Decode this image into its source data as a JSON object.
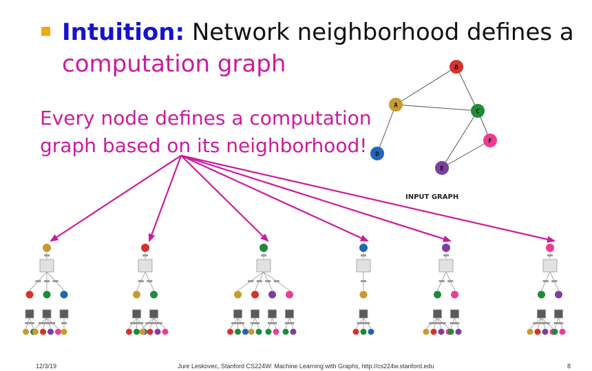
{
  "colors": {
    "bullet": "#f2a900",
    "keyword": "#1414cc",
    "magenta": "#cc1a9e",
    "node_A": "#c99a2e",
    "node_B": "#d8312b",
    "node_C": "#1e8a3a",
    "node_D": "#2266b8",
    "node_E": "#7b3fa0",
    "node_F": "#ec3d8f",
    "aggregator_light": "#e1e1e1",
    "aggregator_dark": "#5a5a5a"
  },
  "bullet_icon": "square-bullet-icon",
  "title": {
    "keyword": "Intuition:",
    "text": " Network neighborhood defines a",
    "line2": "computation graph"
  },
  "callout": {
    "line1": "Every node defines a computation",
    "line2": "graph based on its neighborhood!"
  },
  "input_graph": {
    "label": "INPUT GRAPH",
    "nodes": [
      {
        "id": "A",
        "label": "A"
      },
      {
        "id": "B",
        "label": "B"
      },
      {
        "id": "C",
        "label": "C"
      },
      {
        "id": "D",
        "label": "D"
      },
      {
        "id": "E",
        "label": "E"
      },
      {
        "id": "F",
        "label": "F"
      }
    ],
    "edges": [
      [
        "A",
        "B"
      ],
      [
        "A",
        "C"
      ],
      [
        "A",
        "D"
      ],
      [
        "B",
        "C"
      ],
      [
        "C",
        "E"
      ],
      [
        "C",
        "F"
      ],
      [
        "E",
        "F"
      ]
    ]
  },
  "footer": {
    "date": "12/3/19",
    "credit": "Jure Leskovec, Stanford CS224W: Machine Learning with Graphs, http://cs224w.stanford.edu",
    "page": "8"
  }
}
